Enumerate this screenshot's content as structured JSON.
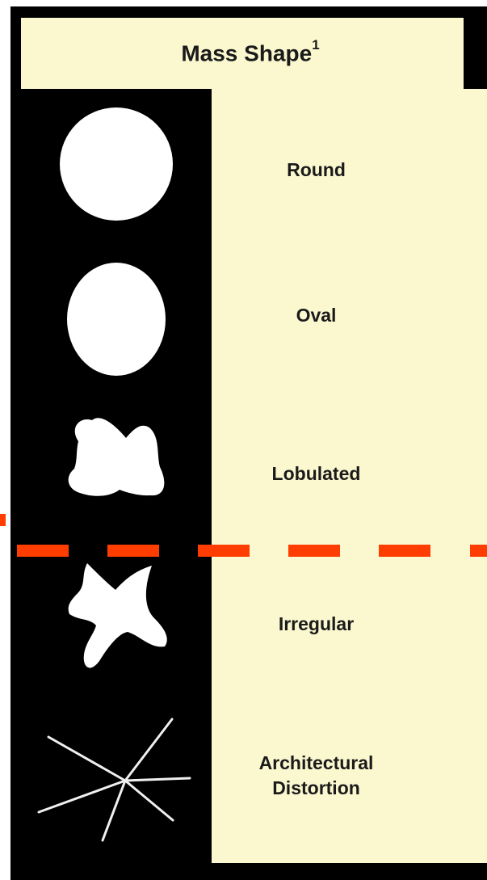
{
  "header": {
    "title": "Mass Shape",
    "superscript": "1"
  },
  "shapes": [
    {
      "label_lines": [
        "Round"
      ],
      "icon": "round-mass-icon"
    },
    {
      "label_lines": [
        "Oval"
      ],
      "icon": "oval-mass-icon"
    },
    {
      "label_lines": [
        "Lobulated"
      ],
      "icon": "lobulated-mass-icon"
    },
    {
      "label_lines": [
        "Irregular"
      ],
      "icon": "irregular-mass-icon"
    },
    {
      "label_lines": [
        "Architectural",
        "Distortion"
      ],
      "icon": "architectural-distortion-icon"
    }
  ],
  "colors": {
    "background": "#000000",
    "panel": "#fbf8d0",
    "shape_fill": "#ffffff",
    "divider": "#ff3d00",
    "text": "#1a1a1a"
  }
}
